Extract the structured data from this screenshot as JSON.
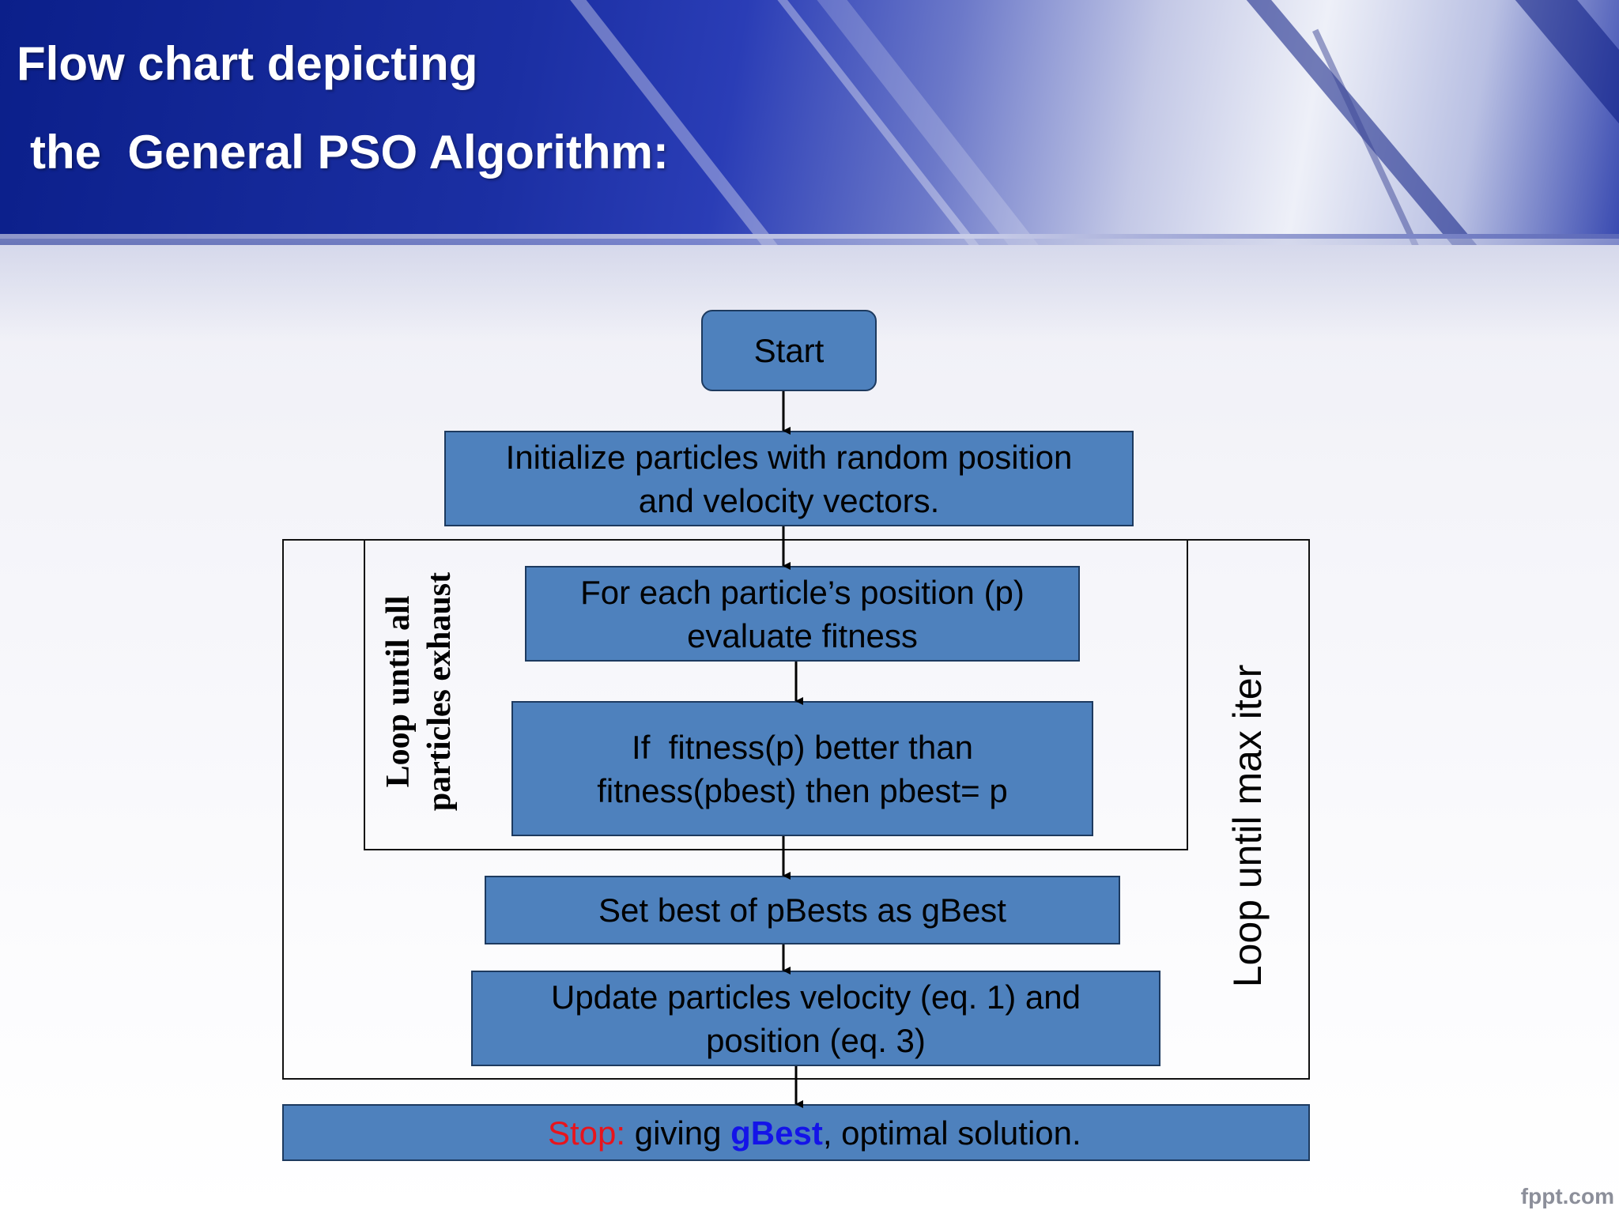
{
  "slide": {
    "title_line_1": "Flow chart depicting",
    "title_line_2": "the  General PSO Algorithm:",
    "watermark": "fppt.com"
  },
  "flowchart": {
    "start": "Start",
    "init": [
      "Initialize particles with random position",
      "and velocity vectors."
    ],
    "evaluate": [
      "For each particle’s position (p)",
      "evaluate fitness"
    ],
    "pbest_update": [
      "If  fitness(p) better than",
      "fitness(pbest) then pbest= p"
    ],
    "gbest": "Set best of pBests as gBest",
    "update": [
      "Update particles velocity (eq. 1) and",
      "position (eq. 3)"
    ],
    "stop": {
      "prefix": "Stop:",
      "middle": " giving ",
      "highlight": "gBest",
      "suffix": ", optimal solution."
    },
    "inner_loop_label": [
      "Loop until all",
      "particles exhaust"
    ],
    "outer_loop_label": "Loop until max iter"
  },
  "colors": {
    "box_fill": "#4e81bd",
    "stop_word": "#e8141c",
    "gbest_word": "#1414e8",
    "header_blue": "#0b1f8a"
  }
}
